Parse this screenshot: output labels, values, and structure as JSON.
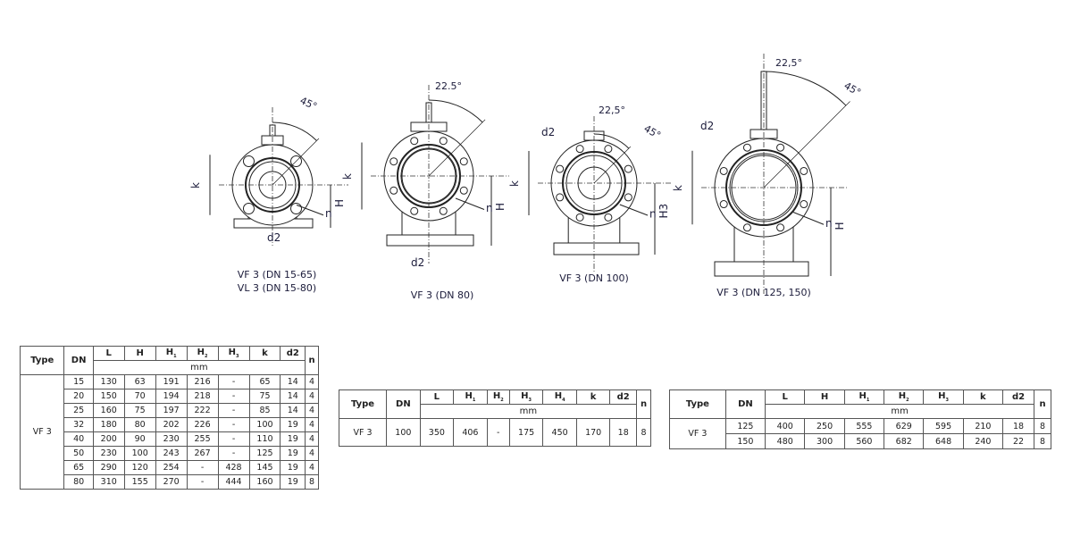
{
  "drawings": [
    {
      "caption": [
        "VF 3 (DN 15-65)",
        "VL 3 (DN 15-80)"
      ],
      "angles": [
        "45°"
      ],
      "labels": {
        "k": "k",
        "H": "H",
        "d2": "d2",
        "n": "n"
      }
    },
    {
      "caption": [
        "VF 3 (DN 80)"
      ],
      "angles": [
        "22.5°"
      ],
      "labels": {
        "k": "k",
        "H": "H",
        "d2": "d2",
        "n": "n"
      }
    },
    {
      "caption": [
        "VF 3 (DN 100)"
      ],
      "angles": [
        "22,5°",
        "45°"
      ],
      "labels": {
        "k": "k",
        "H": "H3",
        "d2": "d2",
        "n": "n"
      }
    },
    {
      "caption": [
        "VF 3 (DN 125, 150)"
      ],
      "angles": [
        "22,5°",
        "45°"
      ],
      "labels": {
        "k": "k",
        "H": "H",
        "d2": "d2",
        "n": "n"
      }
    }
  ],
  "tables": [
    {
      "type_header": "Type",
      "dn_header": "DN",
      "unit": "mm",
      "n_header": "n",
      "columns": [
        [
          "L",
          ""
        ],
        [
          "H",
          ""
        ],
        [
          "H",
          "1"
        ],
        [
          "H",
          "2"
        ],
        [
          "H",
          "3"
        ],
        [
          "k",
          ""
        ],
        [
          "d2",
          ""
        ]
      ],
      "type": "VF 3",
      "rows": [
        [
          "15",
          "130",
          "63",
          "191",
          "216",
          "-",
          "65",
          "14",
          "4"
        ],
        [
          "20",
          "150",
          "70",
          "194",
          "218",
          "-",
          "75",
          "14",
          "4"
        ],
        [
          "25",
          "160",
          "75",
          "197",
          "222",
          "-",
          "85",
          "14",
          "4"
        ],
        [
          "32",
          "180",
          "80",
          "202",
          "226",
          "-",
          "100",
          "19",
          "4"
        ],
        [
          "40",
          "200",
          "90",
          "230",
          "255",
          "-",
          "110",
          "19",
          "4"
        ],
        [
          "50",
          "230",
          "100",
          "243",
          "267",
          "-",
          "125",
          "19",
          "4"
        ],
        [
          "65",
          "290",
          "120",
          "254",
          "-",
          "428",
          "145",
          "19",
          "4"
        ],
        [
          "80",
          "310",
          "155",
          "270",
          "-",
          "444",
          "160",
          "19",
          "8"
        ]
      ]
    },
    {
      "type_header": "Type",
      "dn_header": "DN",
      "unit": "mm",
      "n_header": "n",
      "columns": [
        [
          "L",
          ""
        ],
        [
          "H",
          "1"
        ],
        [
          "H",
          "2"
        ],
        [
          "H",
          "3"
        ],
        [
          "H",
          "4"
        ],
        [
          "k",
          ""
        ],
        [
          "d2",
          ""
        ]
      ],
      "type": "VF 3",
      "rows": [
        [
          "100",
          "350",
          "406",
          "-",
          "175",
          "450",
          "170",
          "18",
          "8"
        ]
      ]
    },
    {
      "type_header": "Type",
      "dn_header": "DN",
      "unit": "mm",
      "n_header": "n",
      "columns": [
        [
          "L",
          ""
        ],
        [
          "H",
          ""
        ],
        [
          "H",
          "1"
        ],
        [
          "H",
          "2"
        ],
        [
          "H",
          "3"
        ],
        [
          "k",
          ""
        ],
        [
          "d2",
          ""
        ]
      ],
      "type": "VF 3",
      "rows": [
        [
          "125",
          "400",
          "250",
          "555",
          "629",
          "595",
          "210",
          "18",
          "8"
        ],
        [
          "150",
          "480",
          "300",
          "560",
          "682",
          "648",
          "240",
          "22",
          "8"
        ]
      ]
    }
  ]
}
